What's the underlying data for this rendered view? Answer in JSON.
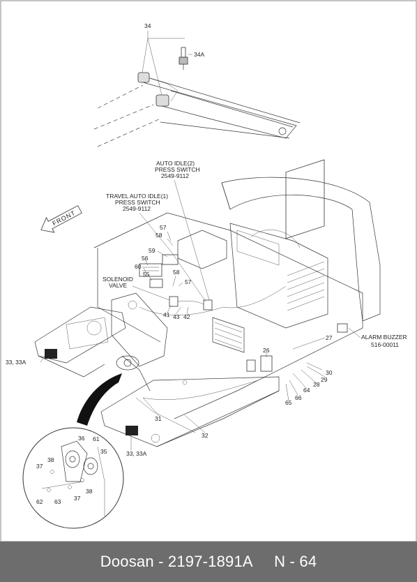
{
  "footer": {
    "text": "Doosan - 2197-1891A     N - 64"
  },
  "callouts": {
    "c34": "34",
    "c34a": "34A",
    "auto_idle_1": "AUTO IDLE(2)",
    "auto_idle_2": "PRESS SWITCH",
    "auto_idle_3": "2549-9112",
    "travel_1": "TRAVEL AUTO IDLE(1)",
    "travel_2": "PRESS SWITCH",
    "travel_3": "2549-9112",
    "front": "FRONT",
    "c57a": "57",
    "c58a": "58",
    "c59": "59",
    "c56": "56",
    "c60": "60",
    "c55": "55",
    "c58b": "58",
    "c57b": "57",
    "solenoid_1": "SOLENOID",
    "solenoid_2": "VALVE",
    "c41": "41",
    "c43": "43",
    "c42": "42",
    "c33a": "33, 33A",
    "c33b": "33, 33A",
    "c26": "26",
    "c27": "27",
    "c29": "29",
    "c30": "30",
    "c28": "28",
    "c64": "64",
    "c66": "66",
    "c65": "65",
    "c31": "31",
    "c32": "32",
    "alarm_1": "ALARM BUZZER",
    "alarm_2": "516-00011",
    "d36": "36",
    "d61": "61",
    "d35": "35",
    "d38a": "38",
    "d37a": "37",
    "d38b": "38",
    "d37b": "37",
    "d62": "62",
    "d63": "63"
  }
}
